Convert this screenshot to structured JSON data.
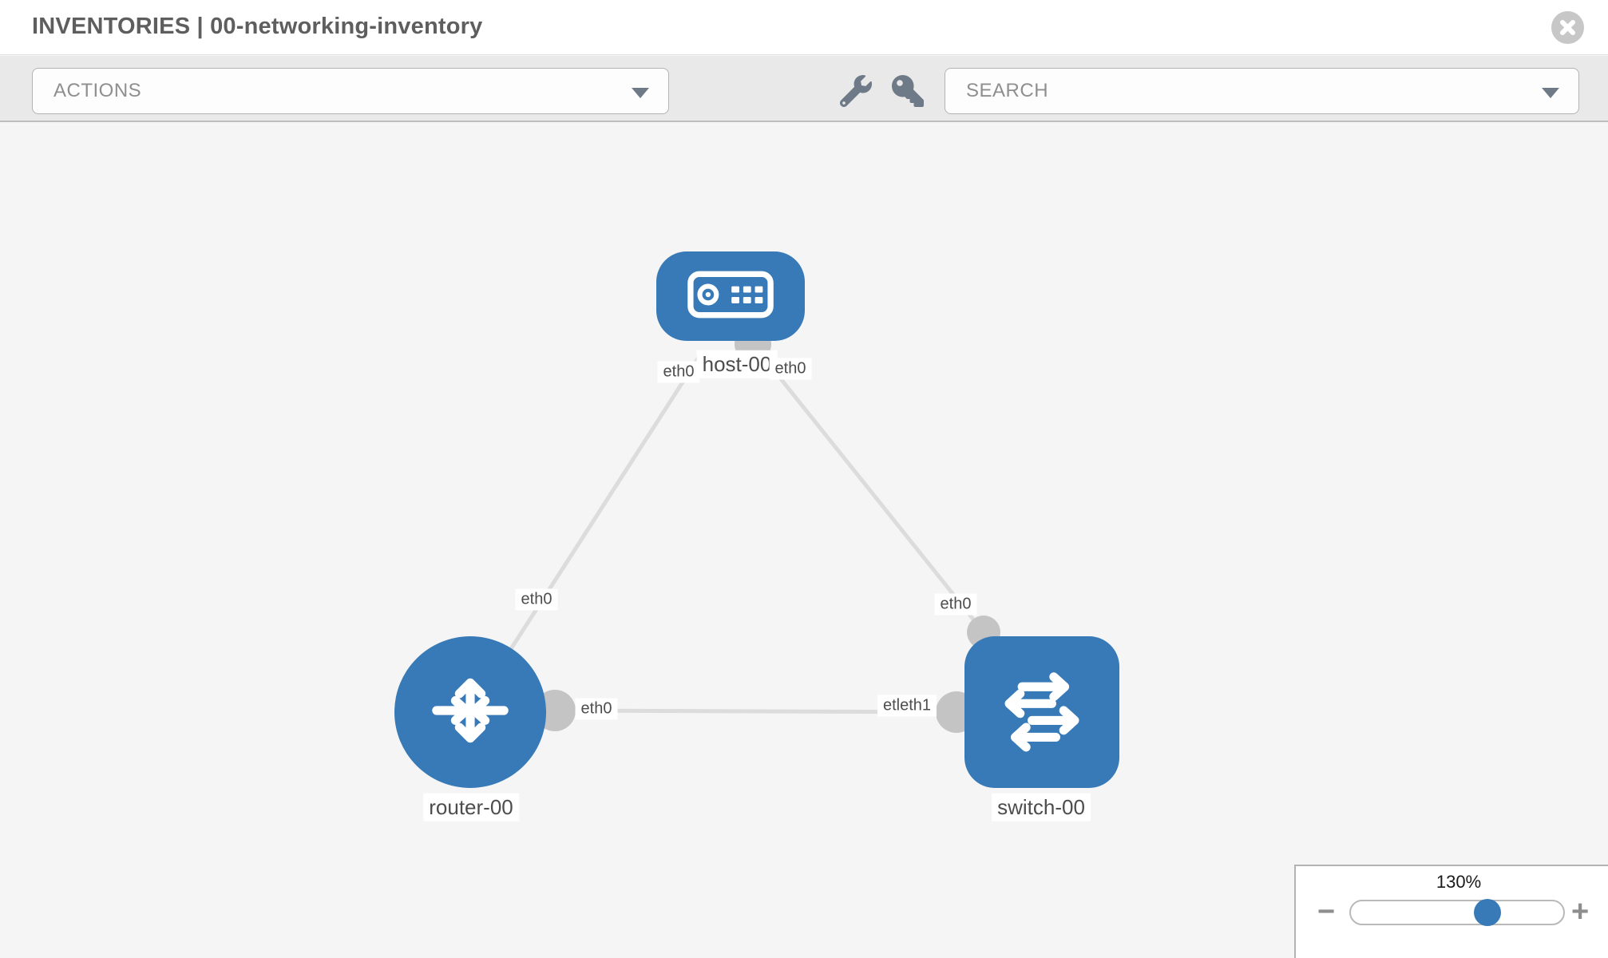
{
  "header": {
    "title": "INVENTORIES | 00-networking-inventory"
  },
  "toolbar": {
    "actions": {
      "label": "ACTIONS"
    },
    "search": {
      "label": "SEARCH"
    },
    "tools": [
      {
        "name": "wrench"
      },
      {
        "name": "key"
      }
    ]
  },
  "canvas": {
    "nodes": [
      {
        "id": "host-00",
        "label": "host-00",
        "type": "host"
      },
      {
        "id": "router-00",
        "label": "router-00",
        "type": "router"
      },
      {
        "id": "switch-00",
        "label": "switch-00",
        "type": "switch"
      }
    ],
    "links": [
      {
        "source": "router-00",
        "target": "host-00",
        "source_interface": "eth0",
        "target_interface": "eth0"
      },
      {
        "source": "switch-00",
        "target": "host-00",
        "source_interface": "eth0",
        "target_interface": "eth0"
      },
      {
        "source": "router-00",
        "target": "switch-00",
        "source_interface": "eth0",
        "target_interface": "eth1"
      }
    ],
    "interface_chips": {
      "host_left": "eth0",
      "host_right": "eth0",
      "router_host_mid": "eth0",
      "switch_host_mid": "eth0",
      "router_switch_near_router": "eth0",
      "router_switch_near_switch": "etleth1"
    }
  },
  "zoom": {
    "value": "130%",
    "percent": 130,
    "minus": "−",
    "plus": "+"
  },
  "colors": {
    "node_blue": "#377ab7",
    "edge_gray": "#dcdcdc",
    "port_gray": "#c4c4c4",
    "toolbar_bg": "#e9e9e9",
    "canvas_bg": "#f5f5f5",
    "title_gray": "#5e5e5e"
  }
}
